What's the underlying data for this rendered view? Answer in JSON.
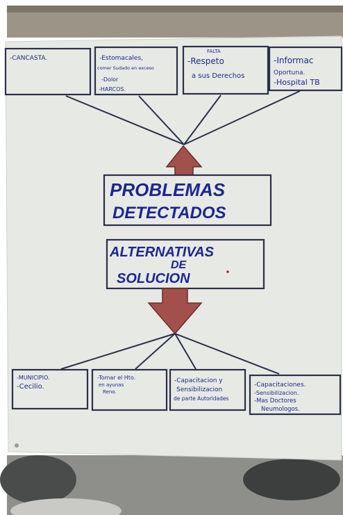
{
  "top_boxes": [
    {
      "lines": [
        "-CANCASTA."
      ]
    },
    {
      "lines": [
        "-Estomacales,",
        "comer Sudado en exceso",
        "-Dolor",
        "-HARCOS."
      ]
    },
    {
      "lines": [
        "FALTA",
        "-Respeto",
        "a sus Derechos"
      ]
    },
    {
      "lines": [
        "-Informac",
        "Oportuna.",
        "-Hospital TB"
      ]
    }
  ],
  "title_main": {
    "line1": "PROBLEMAS",
    "line2": "DETECTADOS"
  },
  "title_alt": {
    "line1": "ALTERNATIVAS",
    "line2": "DE",
    "line3": "SOLUCION"
  },
  "bottom_boxes": [
    {
      "lines": [
        "-MUNICIPIO.",
        "-Cecilio."
      ]
    },
    {
      "lines": [
        "-Tomar el Hto.",
        "en ayunas",
        "Reno."
      ]
    },
    {
      "lines": [
        "-Capacitacion y",
        "Sensibilizacion",
        "de parte Autoridades"
      ]
    },
    {
      "lines": [
        "-Capacitaciones.",
        "-Sensibilizacion.",
        "-Mas Doctores",
        "Neumologos."
      ]
    }
  ],
  "colors": {
    "ink": "#1c2a8a",
    "arrow": "#a3504c",
    "paper": "#e7e9e4"
  }
}
